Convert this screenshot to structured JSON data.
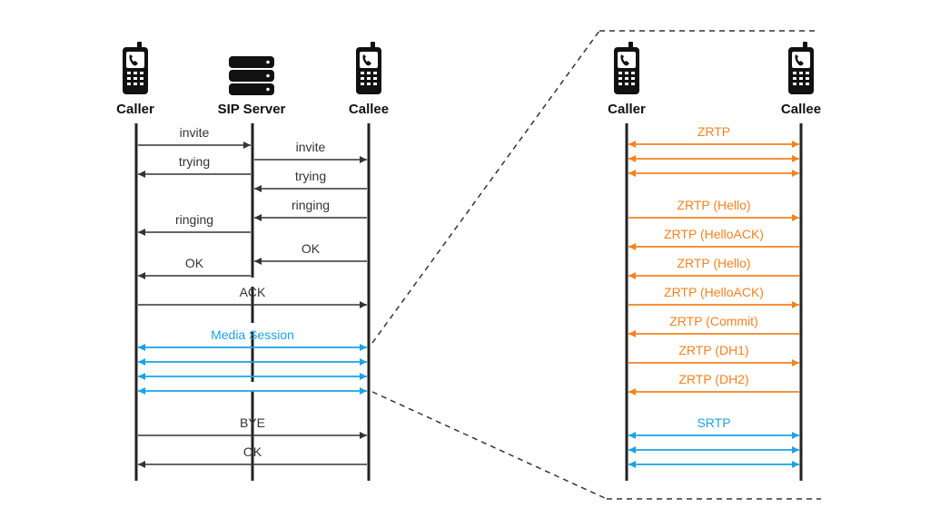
{
  "colors": {
    "line": "#222222",
    "signal": "#333333",
    "media": "#1aa3e8",
    "zrtp": "#f5821f",
    "zoom_dash": "#333333"
  },
  "left_diagram": {
    "actors": [
      {
        "id": "caller",
        "label": "Caller",
        "icon": "phone-icon"
      },
      {
        "id": "server",
        "label": "SIP Server",
        "icon": "server-icon"
      },
      {
        "id": "callee",
        "label": "Callee",
        "icon": "phone-icon"
      }
    ],
    "messages": [
      {
        "label": "invite",
        "from": "caller",
        "to": "server"
      },
      {
        "label": "invite",
        "from": "server",
        "to": "callee"
      },
      {
        "label": "trying",
        "from": "server",
        "to": "caller"
      },
      {
        "label": "trying",
        "from": "callee",
        "to": "server"
      },
      {
        "label": "ringing",
        "from": "callee",
        "to": "server"
      },
      {
        "label": "ringing",
        "from": "server",
        "to": "caller"
      },
      {
        "label": "OK",
        "from": "callee",
        "to": "server"
      },
      {
        "label": "OK",
        "from": "server",
        "to": "caller"
      },
      {
        "label": "ACK",
        "from": "caller",
        "to": "callee"
      },
      {
        "label": "Media Session",
        "from": "caller",
        "to": "callee",
        "kind": "media",
        "bidirectional": true
      },
      {
        "label": "",
        "from": "caller",
        "to": "callee",
        "kind": "media",
        "bidirectional": true
      },
      {
        "label": "",
        "from": "caller",
        "to": "callee",
        "kind": "media",
        "bidirectional": true
      },
      {
        "label": "",
        "from": "caller",
        "to": "callee",
        "kind": "media",
        "bidirectional": true
      },
      {
        "label": "BYE",
        "from": "caller",
        "to": "callee"
      },
      {
        "label": "OK",
        "from": "callee",
        "to": "caller"
      }
    ]
  },
  "right_diagram": {
    "actors": [
      {
        "id": "caller",
        "label": "Caller",
        "icon": "phone-icon"
      },
      {
        "id": "callee",
        "label": "Callee",
        "icon": "phone-icon"
      }
    ],
    "messages": [
      {
        "label": "ZRTP",
        "from": "caller",
        "to": "callee",
        "kind": "zrtp",
        "bidirectional": true
      },
      {
        "label": "",
        "from": "caller",
        "to": "callee",
        "kind": "zrtp",
        "bidirectional": true
      },
      {
        "label": "",
        "from": "caller",
        "to": "callee",
        "kind": "zrtp",
        "bidirectional": true
      },
      {
        "label": "ZRTP (Hello)",
        "from": "caller",
        "to": "callee",
        "kind": "zrtp"
      },
      {
        "label": "ZRTP (HelloACK)",
        "from": "callee",
        "to": "caller",
        "kind": "zrtp"
      },
      {
        "label": "ZRTP (Hello)",
        "from": "callee",
        "to": "caller",
        "kind": "zrtp"
      },
      {
        "label": "ZRTP (HelloACK)",
        "from": "caller",
        "to": "callee",
        "kind": "zrtp"
      },
      {
        "label": "ZRTP (Commit)",
        "from": "callee",
        "to": "caller",
        "kind": "zrtp"
      },
      {
        "label": "ZRTP (DH1)",
        "from": "caller",
        "to": "callee",
        "kind": "zrtp"
      },
      {
        "label": "ZRTP (DH2)",
        "from": "callee",
        "to": "caller",
        "kind": "zrtp"
      },
      {
        "label": "SRTP",
        "from": "caller",
        "to": "callee",
        "kind": "media",
        "bidirectional": true
      },
      {
        "label": "",
        "from": "caller",
        "to": "callee",
        "kind": "media",
        "bidirectional": true
      },
      {
        "label": "",
        "from": "caller",
        "to": "callee",
        "kind": "media",
        "bidirectional": true
      }
    ]
  }
}
